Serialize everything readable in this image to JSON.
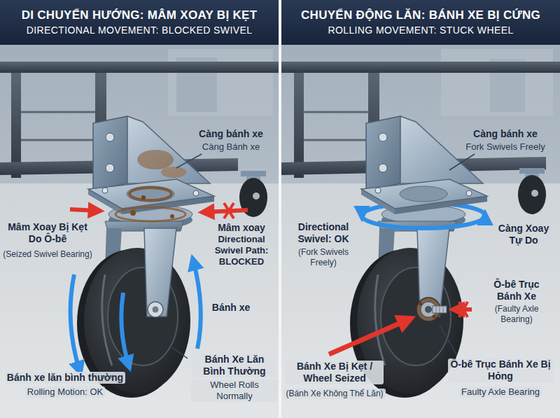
{
  "diagram": {
    "nodes": [
      {
        "text": [
          "DI CHUYỂN HƯỚNG: MÂM XOAY BỊ KẸT",
          "DIRECTIONAL MOVEMENT: BLOCKED SWIVEL"
        ]
      },
      {
        "text": [
          "CHUYỂN ĐỘNG LĂN: BÁNH XE BỊ CỨNG",
          "ROLLING MOVEMENT: STUCK WHEEL"
        ]
      }
    ],
    "labels": [
      "Càng bánh xe",
      "Càng Bánh xe",
      "Mâm Xoay Bị Kẹt Do Ô-bê",
      "(Seized Swivel Bearing)",
      "Mâm xoay",
      "Directional Swivel Path: BLOCKED",
      "Bánh xe",
      "Bánh xe lăn bình thường",
      "Rolling Motion: OK",
      "Bánh Xe Lăn Bình Thường",
      "Wheel Rolls Normally",
      "Càng bánh xe",
      "Fork Swivels Freely",
      "Directional Swivel: OK",
      "(Fork Swivels Freely)",
      "Càng Xoay Tự Do",
      "Ô-bê Trục Bánh Xe",
      "(Faulty Axle Bearing)",
      "Bánh Xe Bị Kẹt / Wheel Seized",
      "(Bánh Xe Không Thể Lăn)",
      "Ô-bê Trục Bánh Xe Bị Hỏng",
      "Faulty Axle Bearing"
    ]
  }
}
